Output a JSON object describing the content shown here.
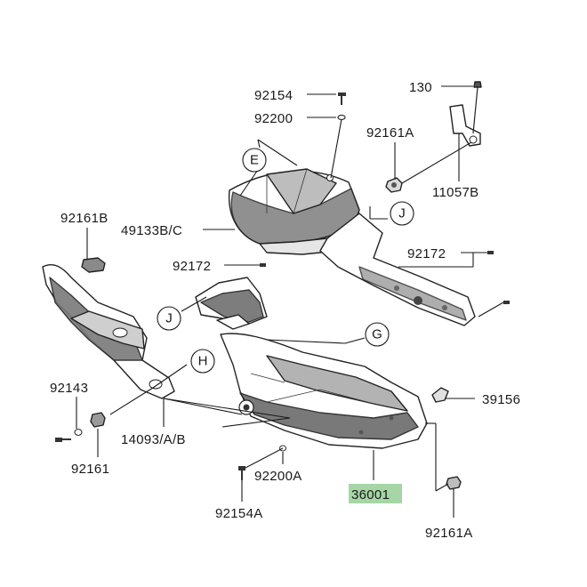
{
  "diagram": {
    "part_labels": {
      "p92154": "92154",
      "p92200": "92200",
      "p130": "130",
      "p92161A_top": "92161A",
      "p11057B": "11057B",
      "p92161B": "92161B",
      "p49133": "49133B/C",
      "p92172_right": "92172",
      "p92172_left": "92172",
      "p92143": "92143",
      "p14093": "14093/A/B",
      "p92161": "92161",
      "p39156": "39156",
      "p92200A": "92200A",
      "p36001": "36001",
      "p92154A": "92154A",
      "p92161A_bottom": "92161A"
    },
    "ref_markers": {
      "E": "E",
      "J_right": "J",
      "J_left": "J",
      "G": "G",
      "H": "H"
    },
    "highlighted_part": "36001",
    "colors": {
      "highlight": "#a6d6a6",
      "line": "#1a1a1a",
      "part_fill": "#ffffff",
      "part_shade": "#8c8c8c",
      "dark": "#3a3a3a"
    }
  }
}
